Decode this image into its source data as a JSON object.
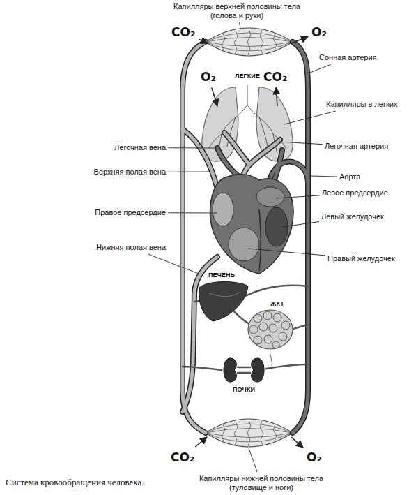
{
  "diagram": {
    "caption": "Система кровообращения человека.",
    "labels": [
      "Капилляры верхней половины тела (голова и руки)",
      "CO₂",
      "O₂",
      "Сонная артерия",
      "O₂",
      "ЛЕГКИЕ",
      "CO₂",
      "Капилляры в легких",
      "Легочная вена",
      "Легочная артерия",
      "Верхняя полая вена",
      "Аорта",
      "Левое предсердие",
      "Правое предсердие",
      "Левый желудочек",
      "Нижняя полая вена",
      "Правый желудочек",
      "ПЕЧЕНЬ",
      "ЖКТ",
      "ПОЧКИ",
      "CO₂",
      "O₂",
      "Капилляры нижней половины тела (туловище и ноги)"
    ]
  }
}
